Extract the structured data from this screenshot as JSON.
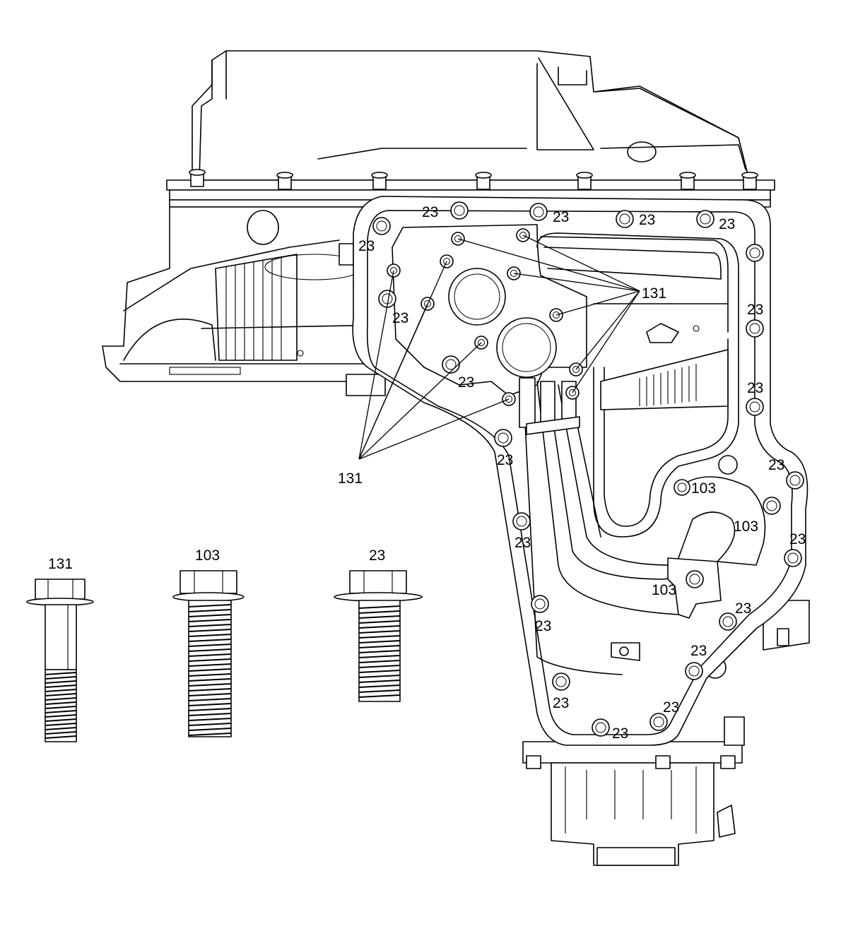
{
  "callouts": {
    "c131_top": "131",
    "c131_bottom": "131",
    "c23_a": "23",
    "c23_b": "23",
    "c23_c": "23",
    "c23_d": "23",
    "c23_e": "23",
    "c23_f": "23",
    "c23_g": "23",
    "c23_h": "23",
    "c23_i": "23",
    "c23_j": "23",
    "c23_k": "23",
    "c23_l": "23",
    "c23_m": "23",
    "c23_n": "23",
    "c23_o": "23",
    "c23_p": "23",
    "c23_q": "23",
    "c23_r": "23",
    "c103_a": "103",
    "c103_b": "103",
    "c103_c": "103"
  },
  "bolts": {
    "bolt_131_label": "131",
    "bolt_103_label": "103",
    "bolt_23_label": "23"
  }
}
